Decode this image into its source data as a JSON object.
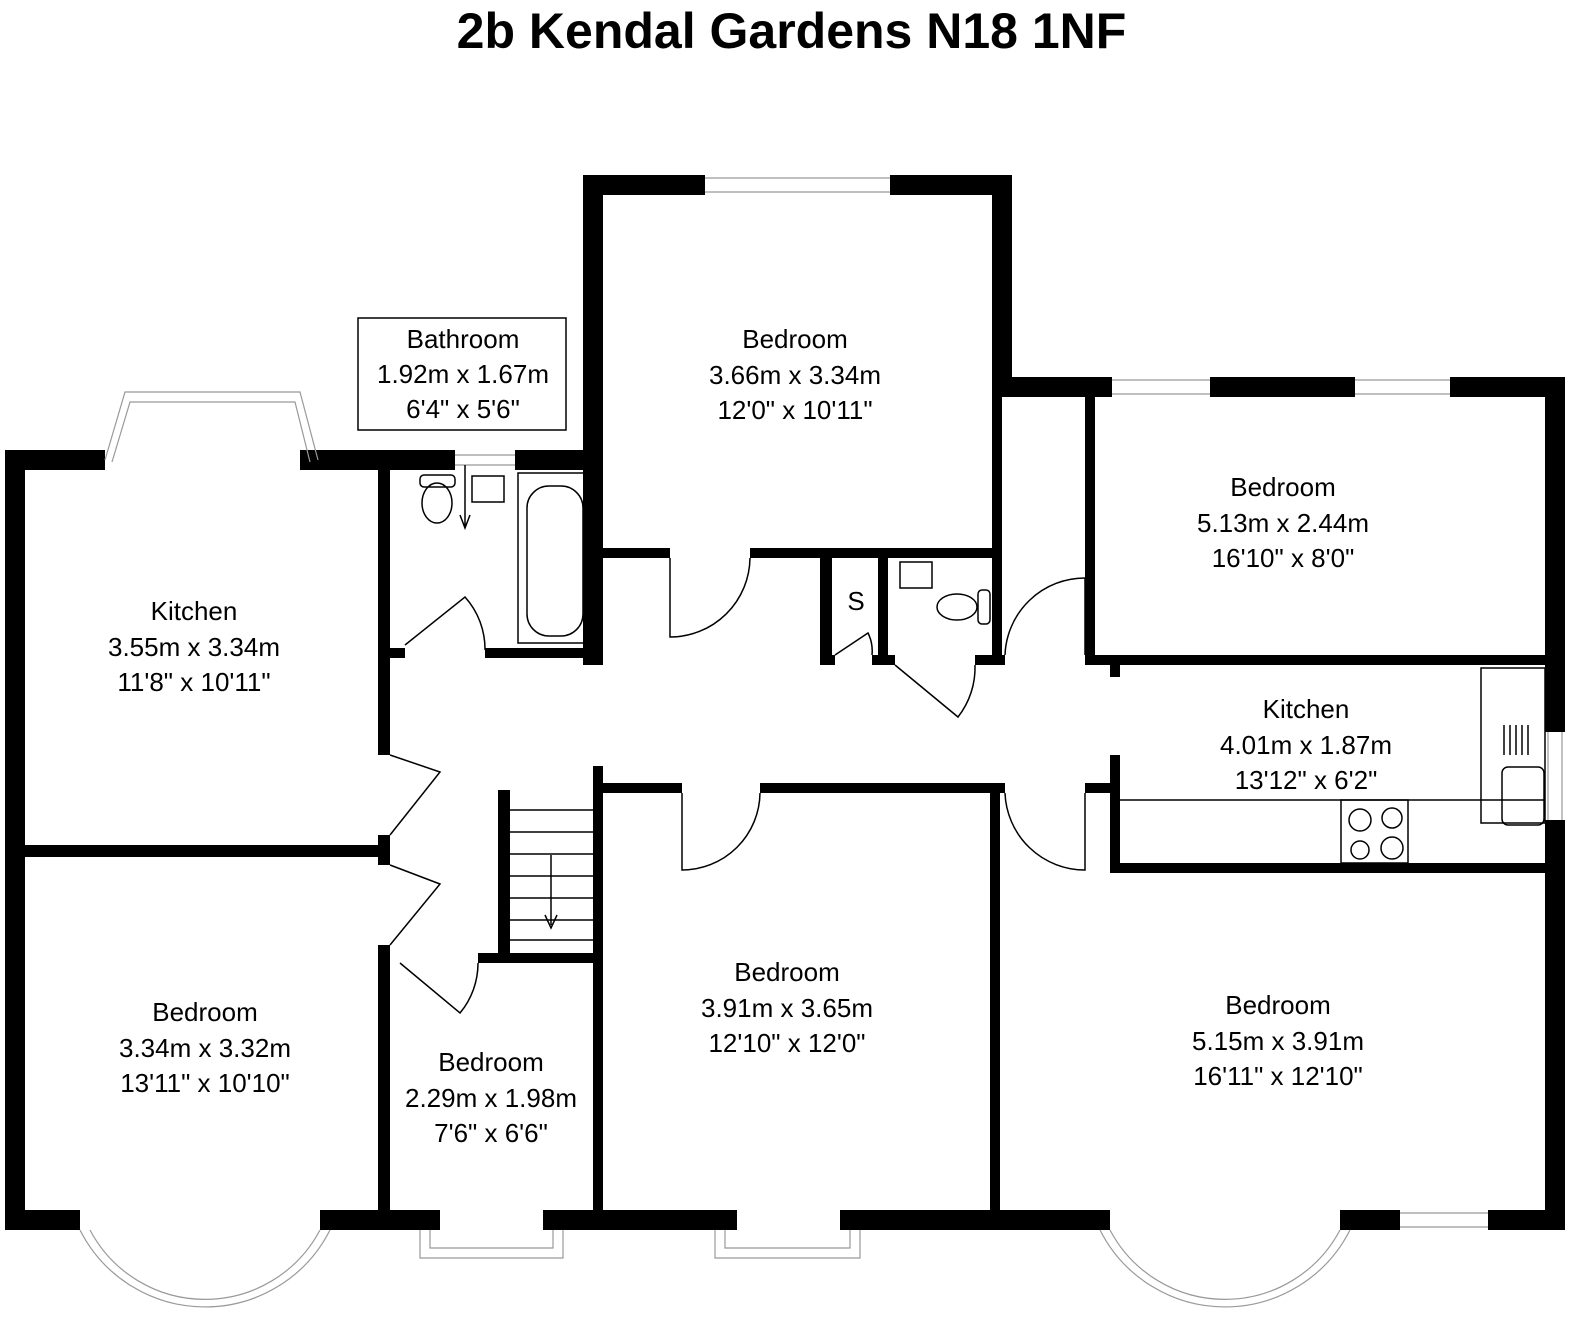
{
  "title": "2b Kendal Gardens N18 1NF",
  "rooms": [
    {
      "name": "Bathroom",
      "metric": "1.92m x 1.67m",
      "imperial": "6'4\" x 5'6\""
    },
    {
      "name": "Bedroom",
      "metric": "3.66m x 3.34m",
      "imperial": "12'0\" x 10'11\""
    },
    {
      "name": "Bedroom",
      "metric": "5.13m x 2.44m",
      "imperial": "16'10\" x 8'0\""
    },
    {
      "name": "Kitchen",
      "metric": "3.55m x 3.34m",
      "imperial": "11'8\" x 10'11\""
    },
    {
      "name": "Kitchen",
      "metric": "4.01m x 1.87m",
      "imperial": "13'12\" x 6'2\""
    },
    {
      "name": "Bedroom",
      "metric": "3.34m x 3.32m",
      "imperial": "13'11\" x 10'10\""
    },
    {
      "name": "Bedroom",
      "metric": "2.29m x 1.98m",
      "imperial": "7'6\" x 6'6\""
    },
    {
      "name": "Bedroom",
      "metric": "3.91m x 3.65m",
      "imperial": "12'10\" x 12'0\""
    },
    {
      "name": "Bedroom",
      "metric": "5.15m x 3.91m",
      "imperial": "16'11\" x 12'10\""
    }
  ],
  "cupboard_label": "S"
}
